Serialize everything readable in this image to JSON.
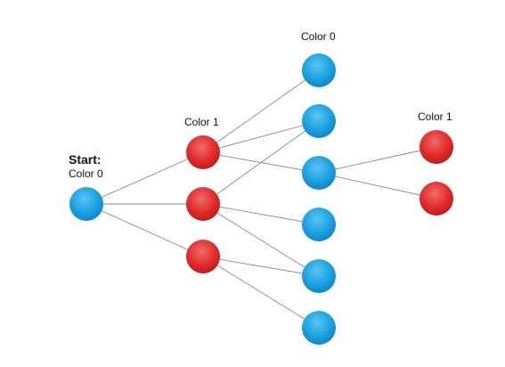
{
  "labels": {
    "start": "Start:",
    "start_color": "Color 0",
    "level1_color": "Color 1",
    "level2_color": "Color 0",
    "level3_color": "Color 1"
  },
  "colors": {
    "blue_node": "#1aa0e0",
    "red_node": "#e02a2a",
    "edge": "#8a8a8a"
  },
  "graph": {
    "nodes": [
      {
        "id": "n0",
        "color": "blue"
      },
      {
        "id": "r1",
        "color": "red"
      },
      {
        "id": "r2",
        "color": "red"
      },
      {
        "id": "r3",
        "color": "red"
      },
      {
        "id": "b1",
        "color": "blue"
      },
      {
        "id": "b2",
        "color": "blue"
      },
      {
        "id": "b3",
        "color": "blue"
      },
      {
        "id": "b4",
        "color": "blue"
      },
      {
        "id": "b5",
        "color": "blue"
      },
      {
        "id": "b6",
        "color": "blue"
      },
      {
        "id": "f1",
        "color": "red"
      },
      {
        "id": "f2",
        "color": "red"
      }
    ],
    "edges": [
      [
        "n0",
        "r1"
      ],
      [
        "n0",
        "r2"
      ],
      [
        "n0",
        "r3"
      ],
      [
        "r1",
        "b1"
      ],
      [
        "r1",
        "b2"
      ],
      [
        "r1",
        "b3"
      ],
      [
        "r2",
        "b2"
      ],
      [
        "r2",
        "b4"
      ],
      [
        "r2",
        "b5"
      ],
      [
        "r3",
        "b5"
      ],
      [
        "r3",
        "b6"
      ],
      [
        "b3",
        "f1"
      ],
      [
        "b3",
        "f2"
      ]
    ]
  }
}
